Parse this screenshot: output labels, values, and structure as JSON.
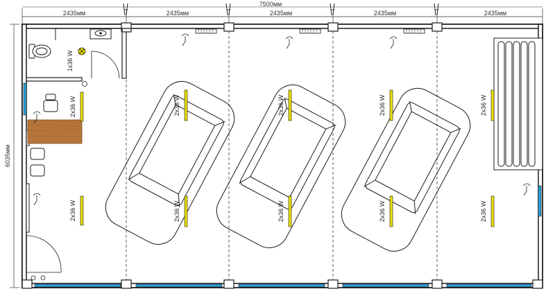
{
  "dimensions": {
    "total_width": "7500мм",
    "modules": [
      "2435мм",
      "2435мм",
      "2435мм",
      "2435мм",
      "2435мм"
    ],
    "height": "6035мм"
  },
  "fixtures": {
    "fluorescent_label": "2x36 W",
    "bulb_label": "1x36 W"
  },
  "colors": {
    "lamp": "#e8e000",
    "window": "#2aa0d8",
    "wood": "#b5753a",
    "wall": "#1a1a1a"
  },
  "icons": [
    "toilet-icon",
    "sink-icon",
    "bulb-icon",
    "chair-icon",
    "radiator-icon",
    "ceiling-fan-icon",
    "car-outline-icon"
  ]
}
